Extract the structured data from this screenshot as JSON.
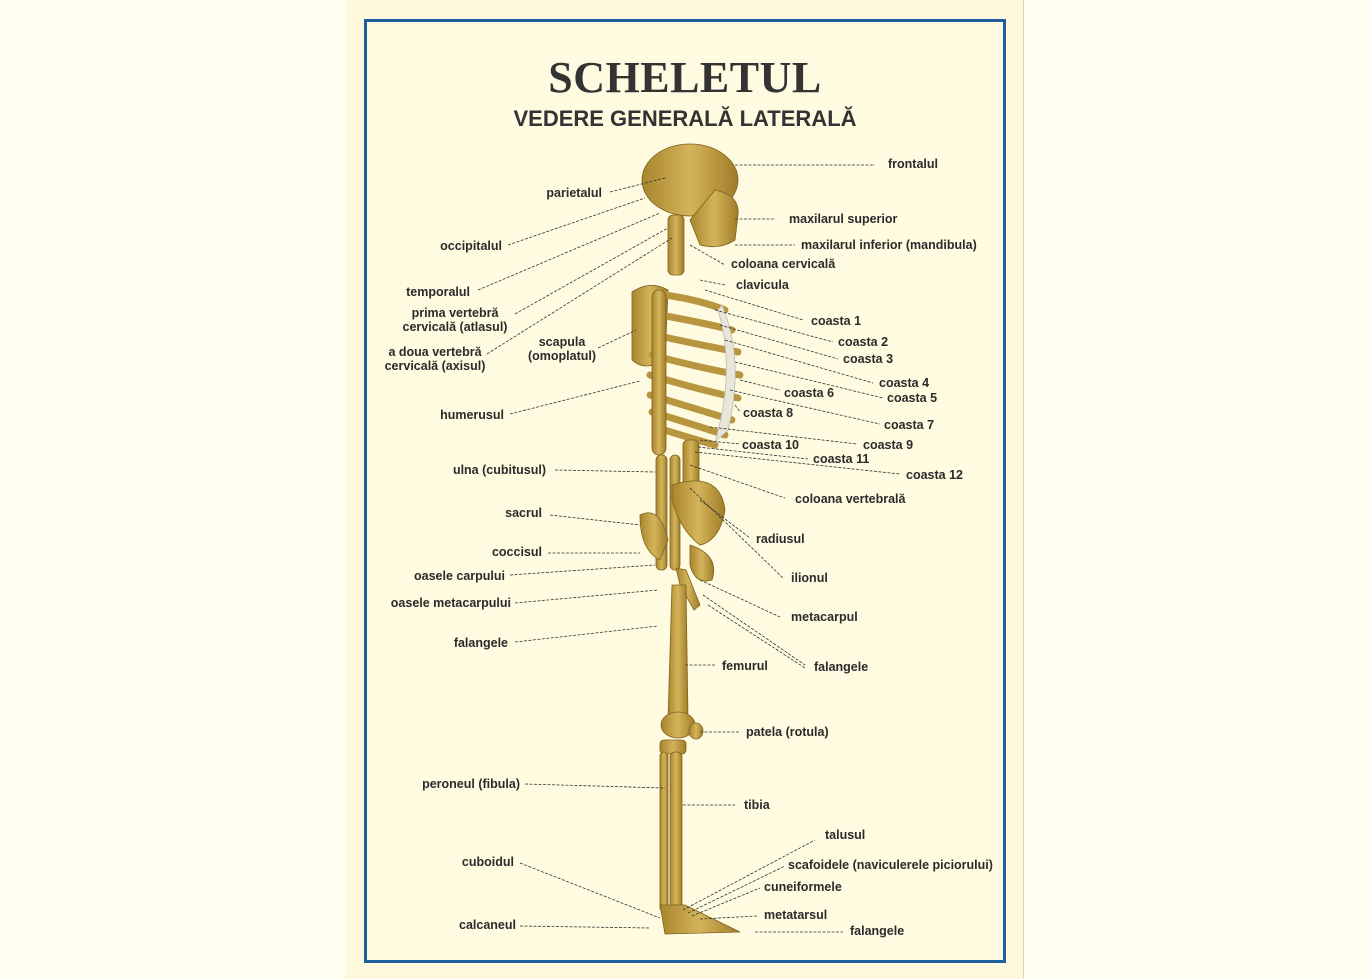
{
  "poster": {
    "title": "SCHELETUL",
    "subtitle": "VEDERE GENERALĂ LATERALĂ",
    "colors": {
      "frame": "#1F5FA0",
      "background": "#FEFBE0",
      "bone": "#C9A443",
      "text": "#2b2b2b"
    }
  },
  "labels_left": [
    {
      "id": "parietalul",
      "text": "parietalul"
    },
    {
      "id": "occipitalul",
      "text": "occipitalul"
    },
    {
      "id": "temporalul",
      "text": "temporalul"
    },
    {
      "id": "atlas_1",
      "text": "prima vertebră"
    },
    {
      "id": "atlas_2",
      "text": "cervicală (atlasul)"
    },
    {
      "id": "axis_1",
      "text": "a doua vertebră"
    },
    {
      "id": "axis_2",
      "text": "cervicală (axisul)"
    },
    {
      "id": "scapula_1",
      "text": "scapula"
    },
    {
      "id": "scapula_2",
      "text": "(omoplatul)"
    },
    {
      "id": "humerusul",
      "text": "humerusul"
    },
    {
      "id": "ulna",
      "text": "ulna (cubitusul)"
    },
    {
      "id": "sacrul",
      "text": "sacrul"
    },
    {
      "id": "coccisul",
      "text": "coccisul"
    },
    {
      "id": "carp",
      "text": "oasele carpului"
    },
    {
      "id": "metacarp",
      "text": "oasele metacarpului"
    },
    {
      "id": "falangele_mana",
      "text": "falangele"
    },
    {
      "id": "peroneul",
      "text": "peroneul (fibula)"
    },
    {
      "id": "cuboidul",
      "text": "cuboidul"
    },
    {
      "id": "calcaneul",
      "text": "calcaneul"
    }
  ],
  "labels_right": [
    {
      "id": "frontalul",
      "text": "frontalul"
    },
    {
      "id": "maxsup",
      "text": "maxilarul superior"
    },
    {
      "id": "maxinf",
      "text": "maxilarul inferior (mandibula)"
    },
    {
      "id": "colcerv",
      "text": "coloana cervicală"
    },
    {
      "id": "clavicula",
      "text": "clavicula"
    },
    {
      "id": "c1",
      "text": "coasta 1"
    },
    {
      "id": "c2",
      "text": "coasta 2"
    },
    {
      "id": "c3",
      "text": "coasta 3"
    },
    {
      "id": "c4",
      "text": "coasta 4"
    },
    {
      "id": "c5",
      "text": "coasta 5"
    },
    {
      "id": "c6",
      "text": "coasta 6"
    },
    {
      "id": "c7",
      "text": "coasta 7"
    },
    {
      "id": "c8",
      "text": "coasta 8"
    },
    {
      "id": "c9",
      "text": "coasta 9"
    },
    {
      "id": "c10",
      "text": "coasta 10"
    },
    {
      "id": "c11",
      "text": "coasta 11"
    },
    {
      "id": "c12",
      "text": "coasta 12"
    },
    {
      "id": "colvert",
      "text": "coloana vertebrală"
    },
    {
      "id": "radiusul",
      "text": "radiusul"
    },
    {
      "id": "ilionul",
      "text": "ilionul"
    },
    {
      "id": "metacarpul",
      "text": "metacarpul"
    },
    {
      "id": "falangele_dr",
      "text": "falangele"
    },
    {
      "id": "femurul",
      "text": "femurul"
    },
    {
      "id": "patela",
      "text": "patela (rotula)"
    },
    {
      "id": "tibia",
      "text": "tibia"
    },
    {
      "id": "talusul",
      "text": "talusul"
    },
    {
      "id": "scafoidele",
      "text": "scafoidele (naviculerele piciorului)"
    },
    {
      "id": "cuneiformele",
      "text": "cuneiformele"
    },
    {
      "id": "metatarsul",
      "text": "metatarsul"
    },
    {
      "id": "falangele_picior",
      "text": "falangele"
    }
  ]
}
